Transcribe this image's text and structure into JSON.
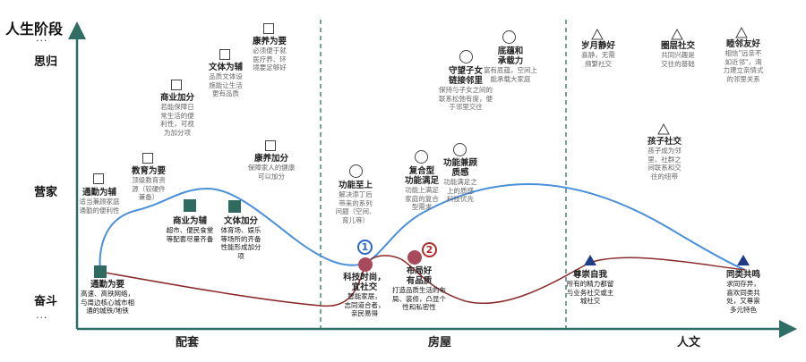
{
  "axes": {
    "y_title": "人生阶段",
    "y_top_dots": "...",
    "y_bottom_dots": "..."
  },
  "y_levels": [
    "思归",
    "营家",
    "奋斗"
  ],
  "sections": [
    "配套",
    "房屋",
    "人文"
  ],
  "colors": {
    "blue_curve": "#4a8fd9",
    "red_curve": "#8b2a2a",
    "teal_marker": "#2f6b60",
    "red_marker": "#a84a5c",
    "navy_marker": "#1f3c8a",
    "divider": "#2e6e64"
  },
  "sq1": {
    "title": "通勤为辅",
    "desc": [
      "适当兼顾家庭",
      "通勤的便利性"
    ]
  },
  "sq2": {
    "title": "教育为要",
    "desc": [
      "顶级教育资",
      "源（较硬件",
      "兼备）"
    ]
  },
  "sq3": {
    "title": "商业加分",
    "desc": [
      "若能保障日",
      "常生活的便",
      "利性，可视",
      "为加分项"
    ]
  },
  "sq4": {
    "title": "文体为辅",
    "desc": [
      "品质文体设",
      "施能让生活",
      "更有品质"
    ]
  },
  "sq5": {
    "title": "康养为要",
    "desc": [
      "必须便于就",
      "医疗养、环",
      "境要足够好"
    ]
  },
  "sq6": {
    "title": "康养加分",
    "desc": [
      "保障家人的健康",
      "可以加分"
    ]
  },
  "ci1": {
    "title": "功能至上",
    "desc": [
      "解决添丁后",
      "带来的系列",
      "问题（空间、",
      "育儿等）"
    ]
  },
  "ci2": {
    "title": [
      "复合型",
      "功能满足"
    ],
    "desc": [
      "功能上满足",
      "家庭的复合",
      "型需求"
    ]
  },
  "ci3": {
    "title": [
      "功能兼顾",
      "质感"
    ],
    "desc": [
      "功能满足之",
      "上的质感",
      "科技优先"
    ]
  },
  "ci4": {
    "title": [
      "守望子女",
      "链接邻里"
    ],
    "desc": [
      "保持与子女之间的",
      "联系松弛有度，便",
      "于邻里交往"
    ]
  },
  "ci5": {
    "title": [
      "底蕴和",
      "承载力"
    ],
    "desc": [
      "富有底蕴，空间上",
      "能承载大家庭"
    ]
  },
  "tr1": {
    "title": "岁月静好",
    "desc": [
      "喜静，无需",
      "频繁社交"
    ]
  },
  "tr2": {
    "title": "圈层社交",
    "desc": [
      "共同兴趣是",
      "交往的基础"
    ]
  },
  "tr3": {
    "title": "睦邻友好",
    "desc": [
      "相信\"远亲不",
      "如近邻\"，渴",
      "力建立亲情式",
      "的邻里关系"
    ]
  },
  "tr4": {
    "title": "孩子社交",
    "desc": [
      "孩子成为邻",
      "里、社群之",
      "间联系和交",
      "往的纽带"
    ]
  },
  "m1": {
    "title": "通勤为要",
    "desc": [
      "高速、高铁网络，",
      "与周边核心城市相",
      "通的城铁/地铁"
    ]
  },
  "m2": {
    "title": "商业为辅",
    "desc": [
      "超市、便民食堂",
      "等配套尽量齐备"
    ]
  },
  "m3": {
    "title": "文体加分",
    "desc": [
      "体育场、娱乐",
      "等场所的齐备",
      "性能形成加分",
      "项"
    ]
  },
  "m4": {
    "title": [
      "科技时尚，",
      "宜社交"
    ],
    "desc": [
      "智能家居，",
      "志同道合者，",
      "亲民易得"
    ]
  },
  "m5": {
    "title": [
      "布局好",
      "有品质"
    ],
    "desc": [
      "打造品质生活的布",
      "局、装修，凸显个",
      "性和私密性"
    ]
  },
  "m6": {
    "title": "尊崇自我",
    "desc": [
      "所有的精力都留",
      "与业务社交或主",
      "城社交"
    ]
  },
  "m7": {
    "title": "同类共鸣",
    "desc": [
      "求同存异，",
      "喜欢同类共",
      "处，又尊崇",
      "多元特色"
    ]
  },
  "badges": [
    "1",
    "2"
  ]
}
